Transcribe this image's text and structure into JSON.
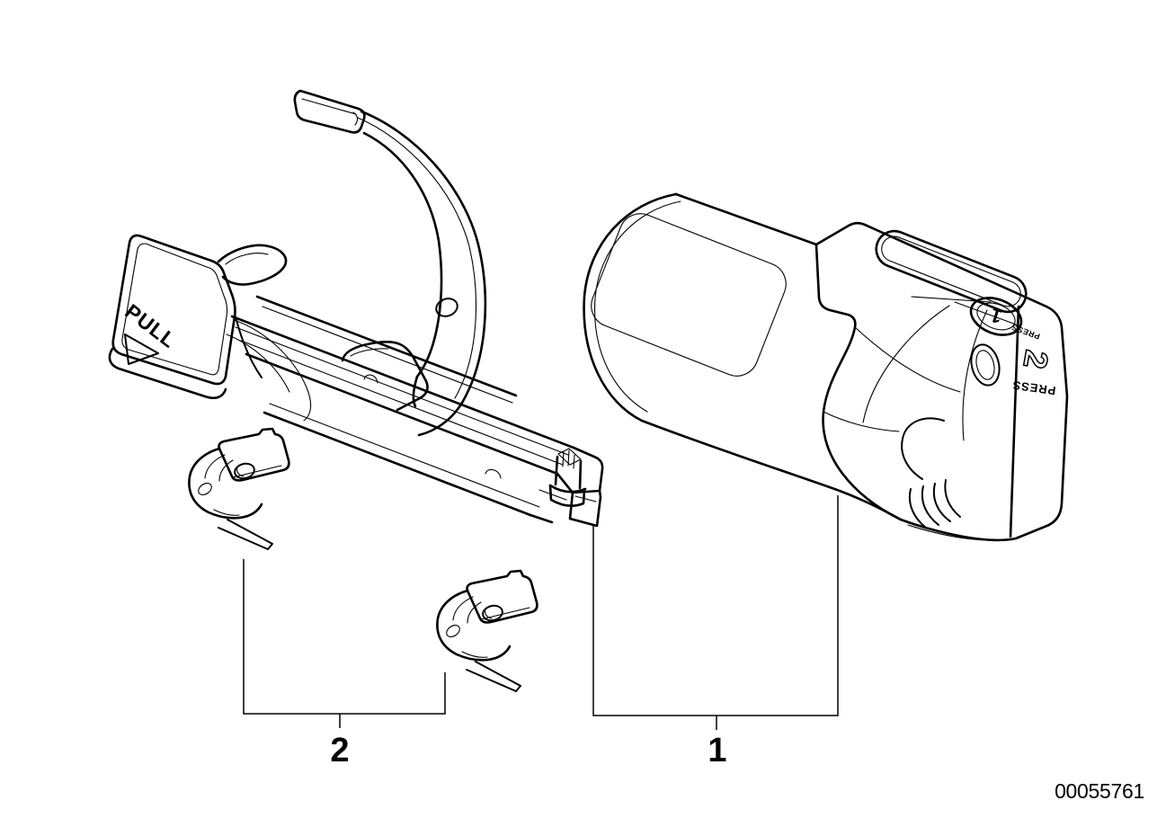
{
  "diagram": {
    "background_color": "#ffffff",
    "line_color": "#000000",
    "part_number": "00055761",
    "bracket": {
      "pull_label": "PULL"
    },
    "extinguisher": {
      "button_label": "1",
      "press_small_label": "PRESS",
      "badge_label": "2",
      "press_large_label": "PRESS"
    },
    "callouts": {
      "extinguisher_ref": "1",
      "clips_ref": "2"
    }
  }
}
